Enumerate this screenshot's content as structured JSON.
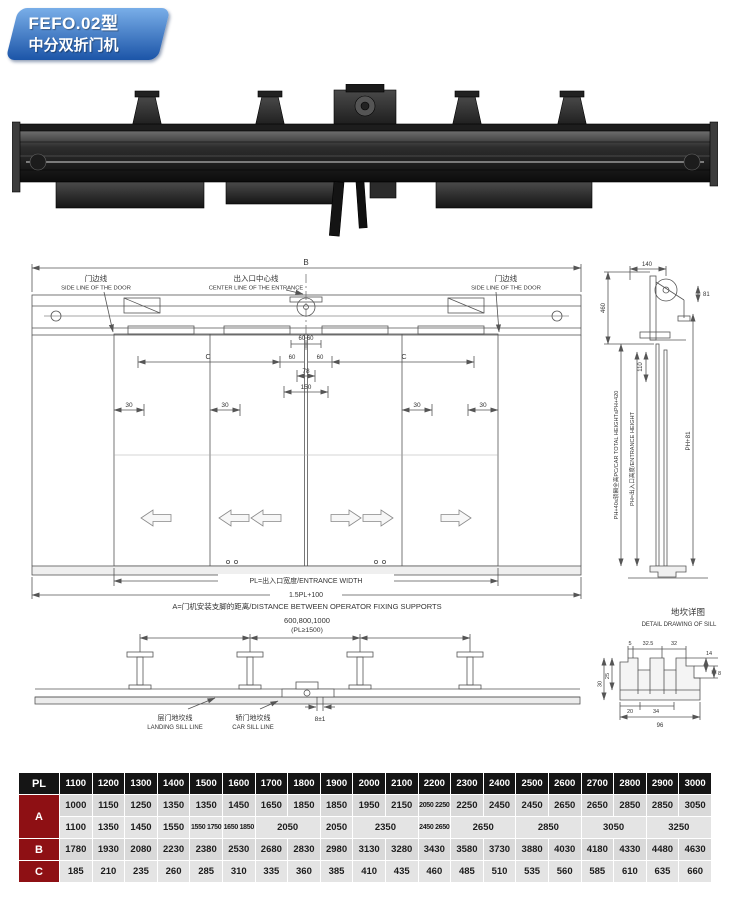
{
  "colors": {
    "badge-top": "#79aee8",
    "badge-bottom": "#1c55a8",
    "table-header-bg": "#151515",
    "table-label-bg": "#8e1014",
    "table-row-bg": "#d9d9d9",
    "table-row-alt-bg": "#e4e4e4"
  },
  "badge": {
    "line1": "FEFO.02型",
    "line2": "中分双折门机"
  },
  "front_view": {
    "dim_b": "B",
    "center_line_cn": "出入口中心线",
    "center_line_en": "CENTER LINE OF THE ENTRANCE",
    "door_line_cn": "门边线",
    "door_line_en": "SIDE LINE OF THE DOOR",
    "dim_c": "C",
    "dim_60": "60",
    "dim_6060": "60 60",
    "dim_78": "78",
    "dim_150": "150",
    "dim_30": "30",
    "entrance_width": "PL=出入口宽度/ENTRANCE WIDTH",
    "overall_width": "1.5PL+100"
  },
  "side_view": {
    "dim_460": "460",
    "dim_140": "140",
    "dim_110": "110",
    "dim_81": "81",
    "car_height": "PH+40≤轿厢全高PC/CAR TOTAL HEIGHT≤PH+420",
    "entrance_height": "PH=出入口高度/ENTRANCE HEIGHT",
    "ph_81": "PH+81"
  },
  "support_view": {
    "title": "A=门机安装支脚的距离/DISTANCE BETWEEN OPERATOR FIXING SUPPORTS",
    "distances": "600,800,1000",
    "condition": "(PL≥1500)",
    "landing_sill_cn": "层门地坎线",
    "landing_sill_en": "LANDING SILL LINE",
    "car_sill_cn": "轿门地坎线",
    "car_sill_en": "CAR SILL LINE",
    "gap": "8±1"
  },
  "sill_detail": {
    "title_cn": "地坎详图",
    "title_en": "DETAIL DRAWING OF SILL",
    "d5": "5",
    "d325": "32.5",
    "d32": "32",
    "d25": "25",
    "d30": "30",
    "d14": "14",
    "d8": "8",
    "d20": "20",
    "d34": "34",
    "d96": "96"
  },
  "table": {
    "header_label": "PL",
    "columns": [
      "1100",
      "1200",
      "1300",
      "1400",
      "1500",
      "1600",
      "1700",
      "1800",
      "1900",
      "2000",
      "2100",
      "2200",
      "2300",
      "2400",
      "2500",
      "2600",
      "2700",
      "2800",
      "2900",
      "3000"
    ],
    "rows": [
      {
        "label": "A",
        "rowspan": 2,
        "cells": [
          [
            "1000"
          ],
          [
            "1150"
          ],
          [
            "1250"
          ],
          [
            "1350"
          ],
          [
            "1350"
          ],
          [
            "1450"
          ],
          [
            "1650"
          ],
          [
            "1850"
          ],
          [
            "1850"
          ],
          [
            "1950"
          ],
          [
            "2150"
          ],
          [
            "2050 2250",
            1,
            1
          ],
          [
            "2250"
          ],
          [
            "2450"
          ],
          [
            "2450"
          ],
          [
            "2650"
          ],
          [
            "2650"
          ],
          [
            "2850"
          ],
          [
            "2850"
          ],
          [
            "3050"
          ]
        ]
      },
      {
        "label": null,
        "cells": [
          [
            "1100"
          ],
          [
            "1350"
          ],
          [
            "1450"
          ],
          [
            "1550"
          ],
          [
            "1550 1750",
            1,
            1
          ],
          [
            "1650 1850",
            1,
            1
          ],
          [
            "2050",
            2
          ],
          [
            "2050"
          ],
          [
            "2350",
            2
          ],
          [
            "2450 2650",
            1,
            1
          ],
          [
            "2650",
            2
          ],
          [
            "2850",
            2
          ],
          [
            "3050",
            2
          ],
          [
            "3250",
            2
          ]
        ]
      },
      {
        "label": "B",
        "cells": [
          [
            "1780"
          ],
          [
            "1930"
          ],
          [
            "2080"
          ],
          [
            "2230"
          ],
          [
            "2380"
          ],
          [
            "2530"
          ],
          [
            "2680"
          ],
          [
            "2830"
          ],
          [
            "2980"
          ],
          [
            "3130"
          ],
          [
            "3280"
          ],
          [
            "3430"
          ],
          [
            "3580"
          ],
          [
            "3730"
          ],
          [
            "3880"
          ],
          [
            "4030"
          ],
          [
            "4180"
          ],
          [
            "4330"
          ],
          [
            "4480"
          ],
          [
            "4630"
          ]
        ]
      },
      {
        "label": "C",
        "cells": [
          [
            "185"
          ],
          [
            "210"
          ],
          [
            "235"
          ],
          [
            "260"
          ],
          [
            "285"
          ],
          [
            "310"
          ],
          [
            "335"
          ],
          [
            "360"
          ],
          [
            "385"
          ],
          [
            "410"
          ],
          [
            "435"
          ],
          [
            "460"
          ],
          [
            "485"
          ],
          [
            "510"
          ],
          [
            "535"
          ],
          [
            "560"
          ],
          [
            "585"
          ],
          [
            "610"
          ],
          [
            "635"
          ],
          [
            "660"
          ]
        ]
      }
    ]
  }
}
